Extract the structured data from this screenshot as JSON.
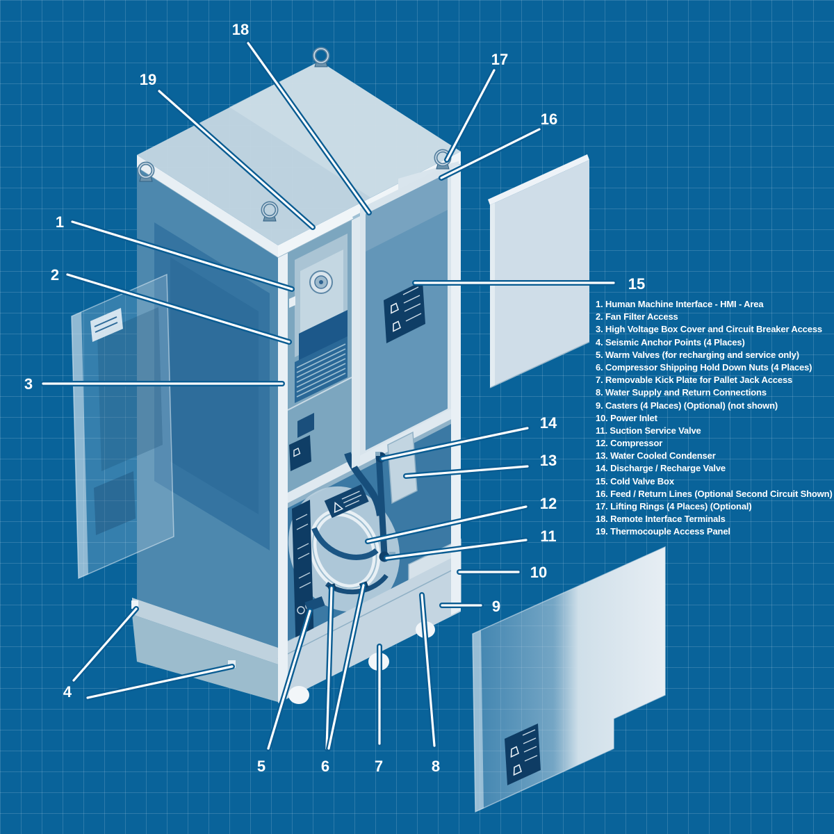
{
  "diagram": {
    "type": "exploded-isometric-blueprint-of-cryogenic-compressor-cabinet",
    "background_color": "#09639a",
    "grid_color": "#9cc4dd",
    "leader_line_color": "#ffffff",
    "callout_text_color": "#ffffff",
    "cabinet_light_color": "#c5d6e2",
    "cabinet_dark_color": "#3a77a3",
    "label_color": "#0e3c64",
    "callouts": [
      "1",
      "2",
      "3",
      "4",
      "5",
      "6",
      "7",
      "8",
      "9",
      "10",
      "11",
      "12",
      "13",
      "14",
      "15",
      "16",
      "17",
      "18",
      "19"
    ],
    "legend": [
      "1. Human Machine Interface - HMI - Area",
      "2. Fan Filter Access",
      "3. High Voltage Box Cover and Circuit Breaker Access",
      "4. Seismic Anchor Points (4 Places)",
      "5. Warm Valves (for recharging and service only)",
      "6. Compressor Shipping Hold Down Nuts (4 Places)",
      "7. Removable Kick Plate for Pallet Jack Access",
      "8. Water Supply and Return Connections",
      "9. Casters (4 Places) (Optional) (not shown)",
      "10. Power Inlet",
      "11. Suction Service Valve",
      "12. Compressor",
      "13. Water Cooled Condenser",
      "14. Discharge / Recharge Valve",
      "15. Cold Valve Box",
      "16. Feed / Return Lines (Optional Second Circuit Shown)",
      "17. Lifting Rings (4 Places) (Optional)",
      "18. Remote Interface Terminals",
      "19. Thermocouple Access Panel"
    ]
  }
}
